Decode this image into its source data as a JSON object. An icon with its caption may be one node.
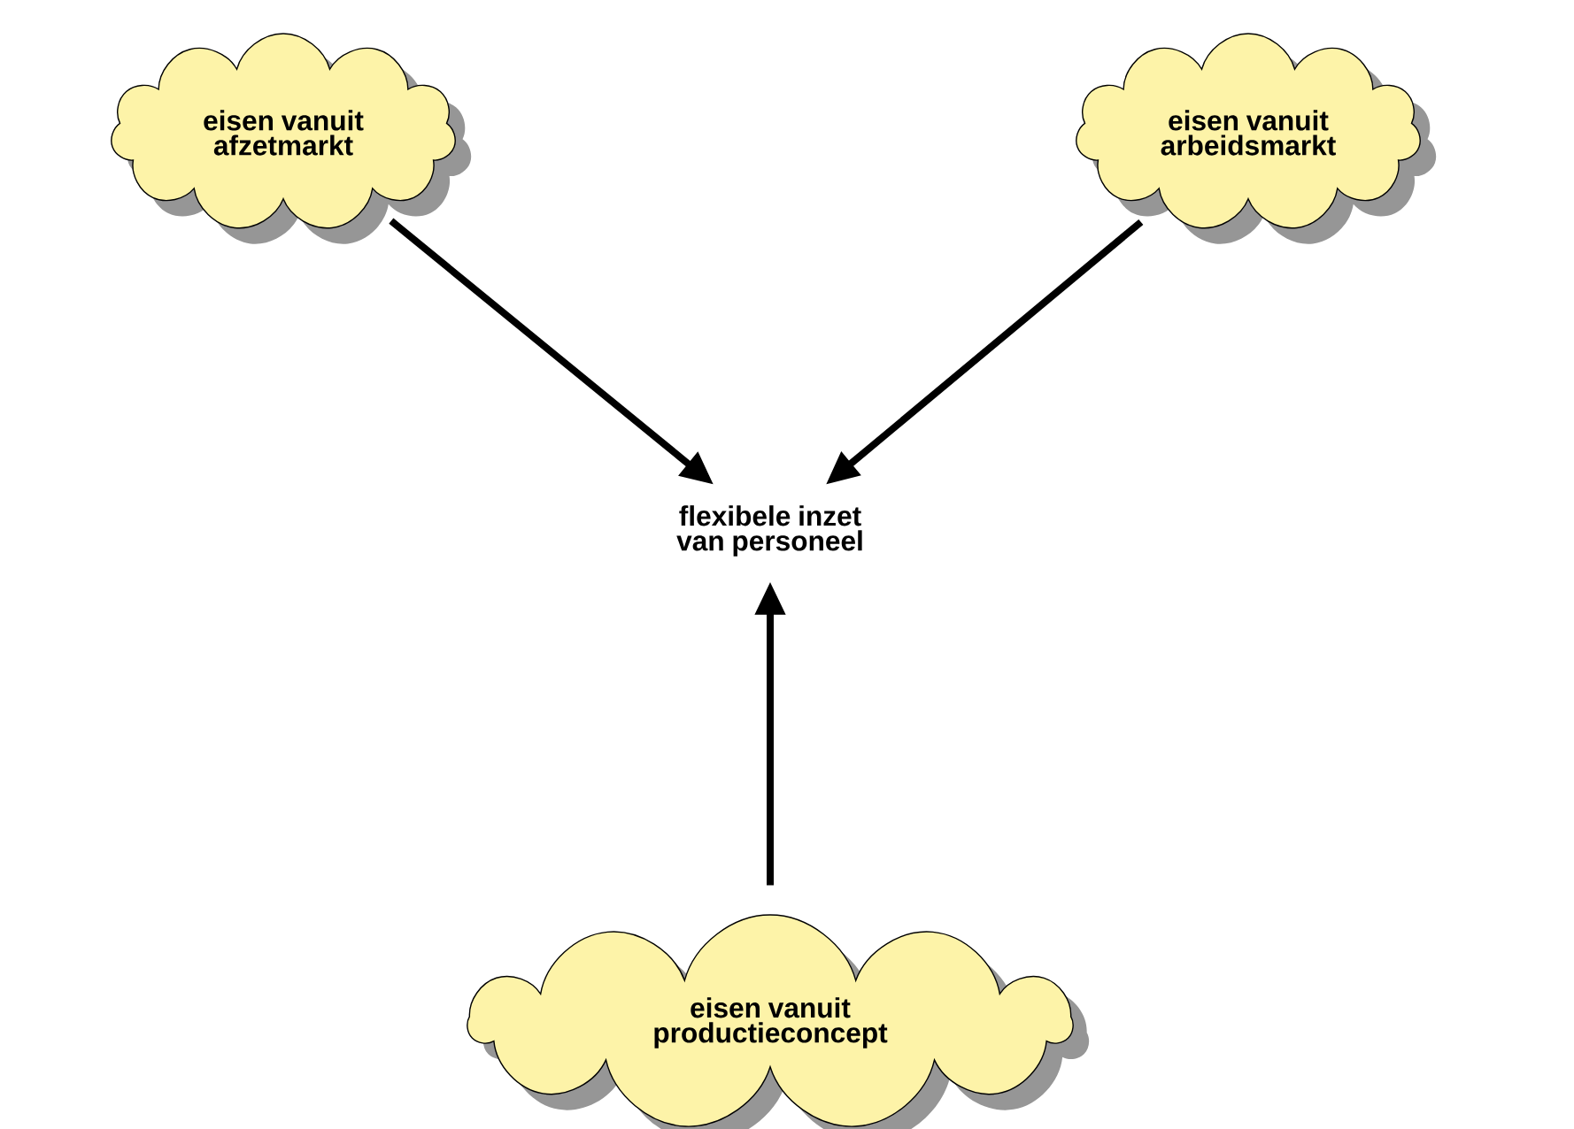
{
  "diagram": {
    "nodes": [
      {
        "text": [
          "eisen vanuit afzetmarkt"
        ]
      },
      {
        "text": [
          "eisen vanuit arbeidsmarkt"
        ]
      },
      {
        "text": [
          "flexibele inzet van personeel"
        ]
      },
      {
        "text": [
          "eisen vanuit productieconcept"
        ]
      }
    ],
    "edges": [
      {
        "from": 0,
        "to": 2,
        "arrow": "to"
      },
      {
        "from": 1,
        "to": 2,
        "arrow": "to"
      },
      {
        "from": 3,
        "to": 2,
        "arrow": "to"
      }
    ]
  }
}
